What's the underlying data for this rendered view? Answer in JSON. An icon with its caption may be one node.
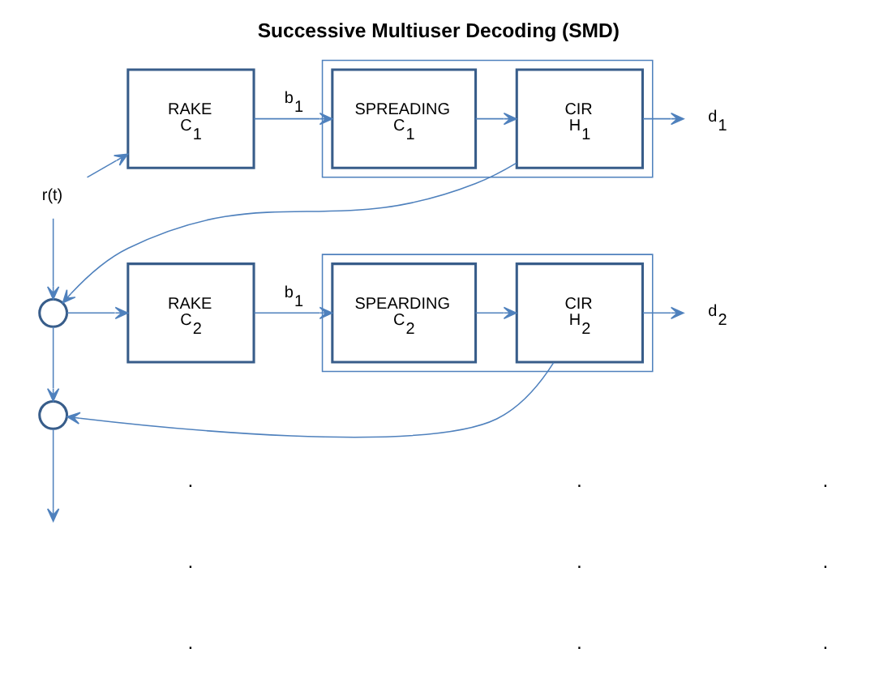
{
  "diagram": {
    "title": "Successive Multiuser Decoding (SMD)",
    "nodes": [
      {
        "text": [
          "r(t)"
        ]
      },
      {
        "text": [
          "RAKE",
          "C$_{1}$"
        ]
      },
      {
        "text": [],
        "shape": "box"
      },
      {
        "text": [
          "SPREADING",
          "C$_{1}$"
        ],
        "in": 2
      },
      {
        "text": [
          "CIR",
          "H$_{1}$"
        ],
        "in": 2
      },
      {
        "text": [
          "d$_{1}$"
        ]
      },
      {
        "text": [],
        "shape": "circle"
      },
      {
        "text": [
          "RAKE",
          "C$_{2}$"
        ]
      },
      {
        "text": [],
        "shape": "box"
      },
      {
        "text": [
          "SPEARDING",
          "C$_{2}$"
        ],
        "in": 8
      },
      {
        "text": [
          "CIR",
          "H$_{2}$"
        ],
        "in": 8
      },
      {
        "text": [
          "d$_{2}$"
        ]
      },
      {
        "text": [],
        "shape": "circle"
      }
    ],
    "edges": [
      {
        "from": 0,
        "to": 1,
        "arrow": "to"
      },
      {
        "from": 0,
        "to": 6,
        "arrow": "to"
      },
      {
        "from": 1,
        "to": 3,
        "arrow": "to",
        "label": "b$_{1}$"
      },
      {
        "from": 3,
        "to": 4,
        "arrow": "to"
      },
      {
        "from": 4,
        "to": 5,
        "arrow": "to"
      },
      {
        "from": 4,
        "to": 6,
        "arrow": "to"
      },
      {
        "from": 6,
        "to": 7,
        "arrow": "to"
      },
      {
        "from": 6,
        "to": 12,
        "arrow": "to"
      },
      {
        "from": 7,
        "to": 9,
        "arrow": "to",
        "label": "b$_{1}$"
      },
      {
        "from": 9,
        "to": 10,
        "arrow": "to"
      },
      {
        "from": 10,
        "to": 11,
        "arrow": "to"
      },
      {
        "from": 10,
        "to": 12,
        "arrow": "to"
      },
      {
        "from": 12,
        "to": null,
        "arrow": "to"
      }
    ],
    "labels": [
      ".",
      ".",
      ".",
      ".",
      ".",
      ".",
      ".",
      ".",
      "."
    ]
  }
}
